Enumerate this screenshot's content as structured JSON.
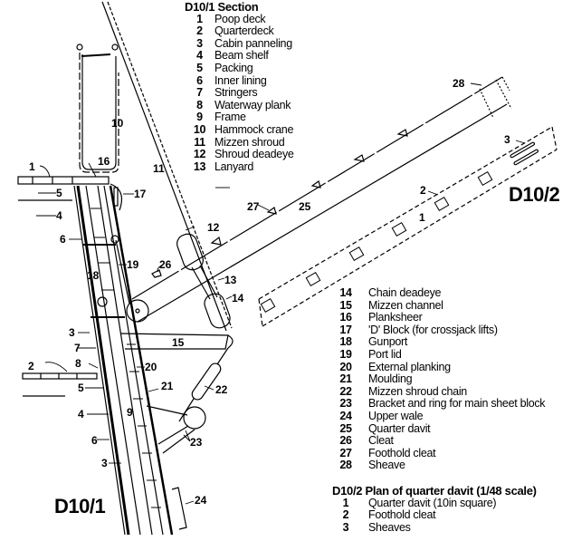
{
  "figure_labels": {
    "section": "D10/1",
    "plan": "D10/2"
  },
  "legend_section": {
    "title": "D10/1 Section",
    "items": [
      {
        "num": "1",
        "label": "Poop deck"
      },
      {
        "num": "2",
        "label": "Quarterdeck"
      },
      {
        "num": "3",
        "label": "Cabin panneling"
      },
      {
        "num": "4",
        "label": "Beam shelf"
      },
      {
        "num": "5",
        "label": "Packing"
      },
      {
        "num": "6",
        "label": "Inner lining"
      },
      {
        "num": "7",
        "label": "Stringers"
      },
      {
        "num": "8",
        "label": "Waterway plank"
      },
      {
        "num": "9",
        "label": "Frame"
      },
      {
        "num": "10",
        "label": "Hammock crane"
      },
      {
        "num": "11",
        "label": "Mizzen shroud"
      },
      {
        "num": "12",
        "label": "Shroud deadeye"
      },
      {
        "num": "13",
        "label": "Lanyard"
      }
    ]
  },
  "legend_section_cont": {
    "items": [
      {
        "num": "14",
        "label": "Chain deadeye"
      },
      {
        "num": "15",
        "label": "Mizzen channel"
      },
      {
        "num": "16",
        "label": "Planksheer"
      },
      {
        "num": "17",
        "label": "'D' Block (for crossjack lifts)"
      },
      {
        "num": "18",
        "label": "Gunport"
      },
      {
        "num": "19",
        "label": "Port lid"
      },
      {
        "num": "20",
        "label": "External planking"
      },
      {
        "num": "21",
        "label": "Moulding"
      },
      {
        "num": "22",
        "label": "Mizzen shroud chain"
      },
      {
        "num": "23",
        "label": "Bracket and ring for main sheet block"
      },
      {
        "num": "24",
        "label": "Upper wale"
      },
      {
        "num": "25",
        "label": "Quarter davit"
      },
      {
        "num": "26",
        "label": "Cleat"
      },
      {
        "num": "27",
        "label": "Foothold cleat"
      },
      {
        "num": "28",
        "label": "Sheave"
      }
    ]
  },
  "legend_plan": {
    "title": "D10/2 Plan of quarter davit (1/48 scale)",
    "items": [
      {
        "num": "1",
        "label": "Quarter davit (10in square)"
      },
      {
        "num": "2",
        "label": "Foothold cleat"
      },
      {
        "num": "3",
        "label": "Sheaves"
      }
    ]
  },
  "callouts_section": [
    "1",
    "2",
    "3",
    "4",
    "5",
    "6",
    "7",
    "8",
    "9",
    "10",
    "11",
    "12",
    "13",
    "14",
    "15",
    "16",
    "17",
    "18",
    "19",
    "20",
    "21",
    "22",
    "23",
    "24",
    "25",
    "26",
    "27",
    "28",
    "3",
    "4",
    "5",
    "6"
  ],
  "callouts_plan": [
    "1",
    "2",
    "3"
  ]
}
